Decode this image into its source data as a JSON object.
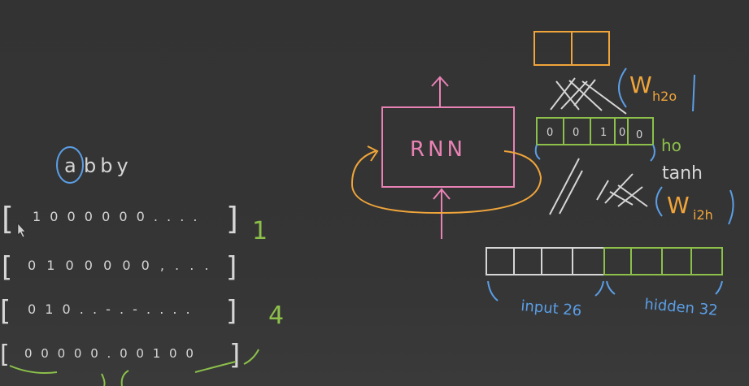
{
  "colors": {
    "background": "#343434",
    "chalk": "#d6d6d6",
    "pink": "#e882b4",
    "orange": "#f0a53a",
    "green": "#8cc04a",
    "blue": "#5b9ee6",
    "cursor": "#d0d0d0"
  },
  "word": {
    "first_letter": "a",
    "rest": "bby"
  },
  "vectors": {
    "rows": [
      {
        "open": "[",
        "digits": "1 0 0 0 0 0 0 . . . .",
        "close": "]"
      },
      {
        "open": "[",
        "digits": "0 1 0 0 0 0 0 , . . .",
        "close": "]"
      },
      {
        "open": "[",
        "digits": "0 1 0 . . - . - . . . .",
        "close": "]"
      },
      {
        "open": "[",
        "digits": "0 0 0 0 0 . 0 0 1 0 0",
        "close": "]"
      }
    ],
    "counts": [
      "1",
      "4"
    ]
  },
  "rnn": {
    "label": "RNN"
  },
  "network": {
    "weight_out": "W",
    "weight_out_sub": "h2o",
    "hidden_out": {
      "cells": [
        "0",
        "0",
        "1",
        "0",
        "0"
      ],
      "label": "ho"
    },
    "activation": "tanh",
    "weight_in": "W",
    "weight_in_sub": "i2h",
    "input_label": "input 26",
    "hidden_label": "hidden 32"
  }
}
